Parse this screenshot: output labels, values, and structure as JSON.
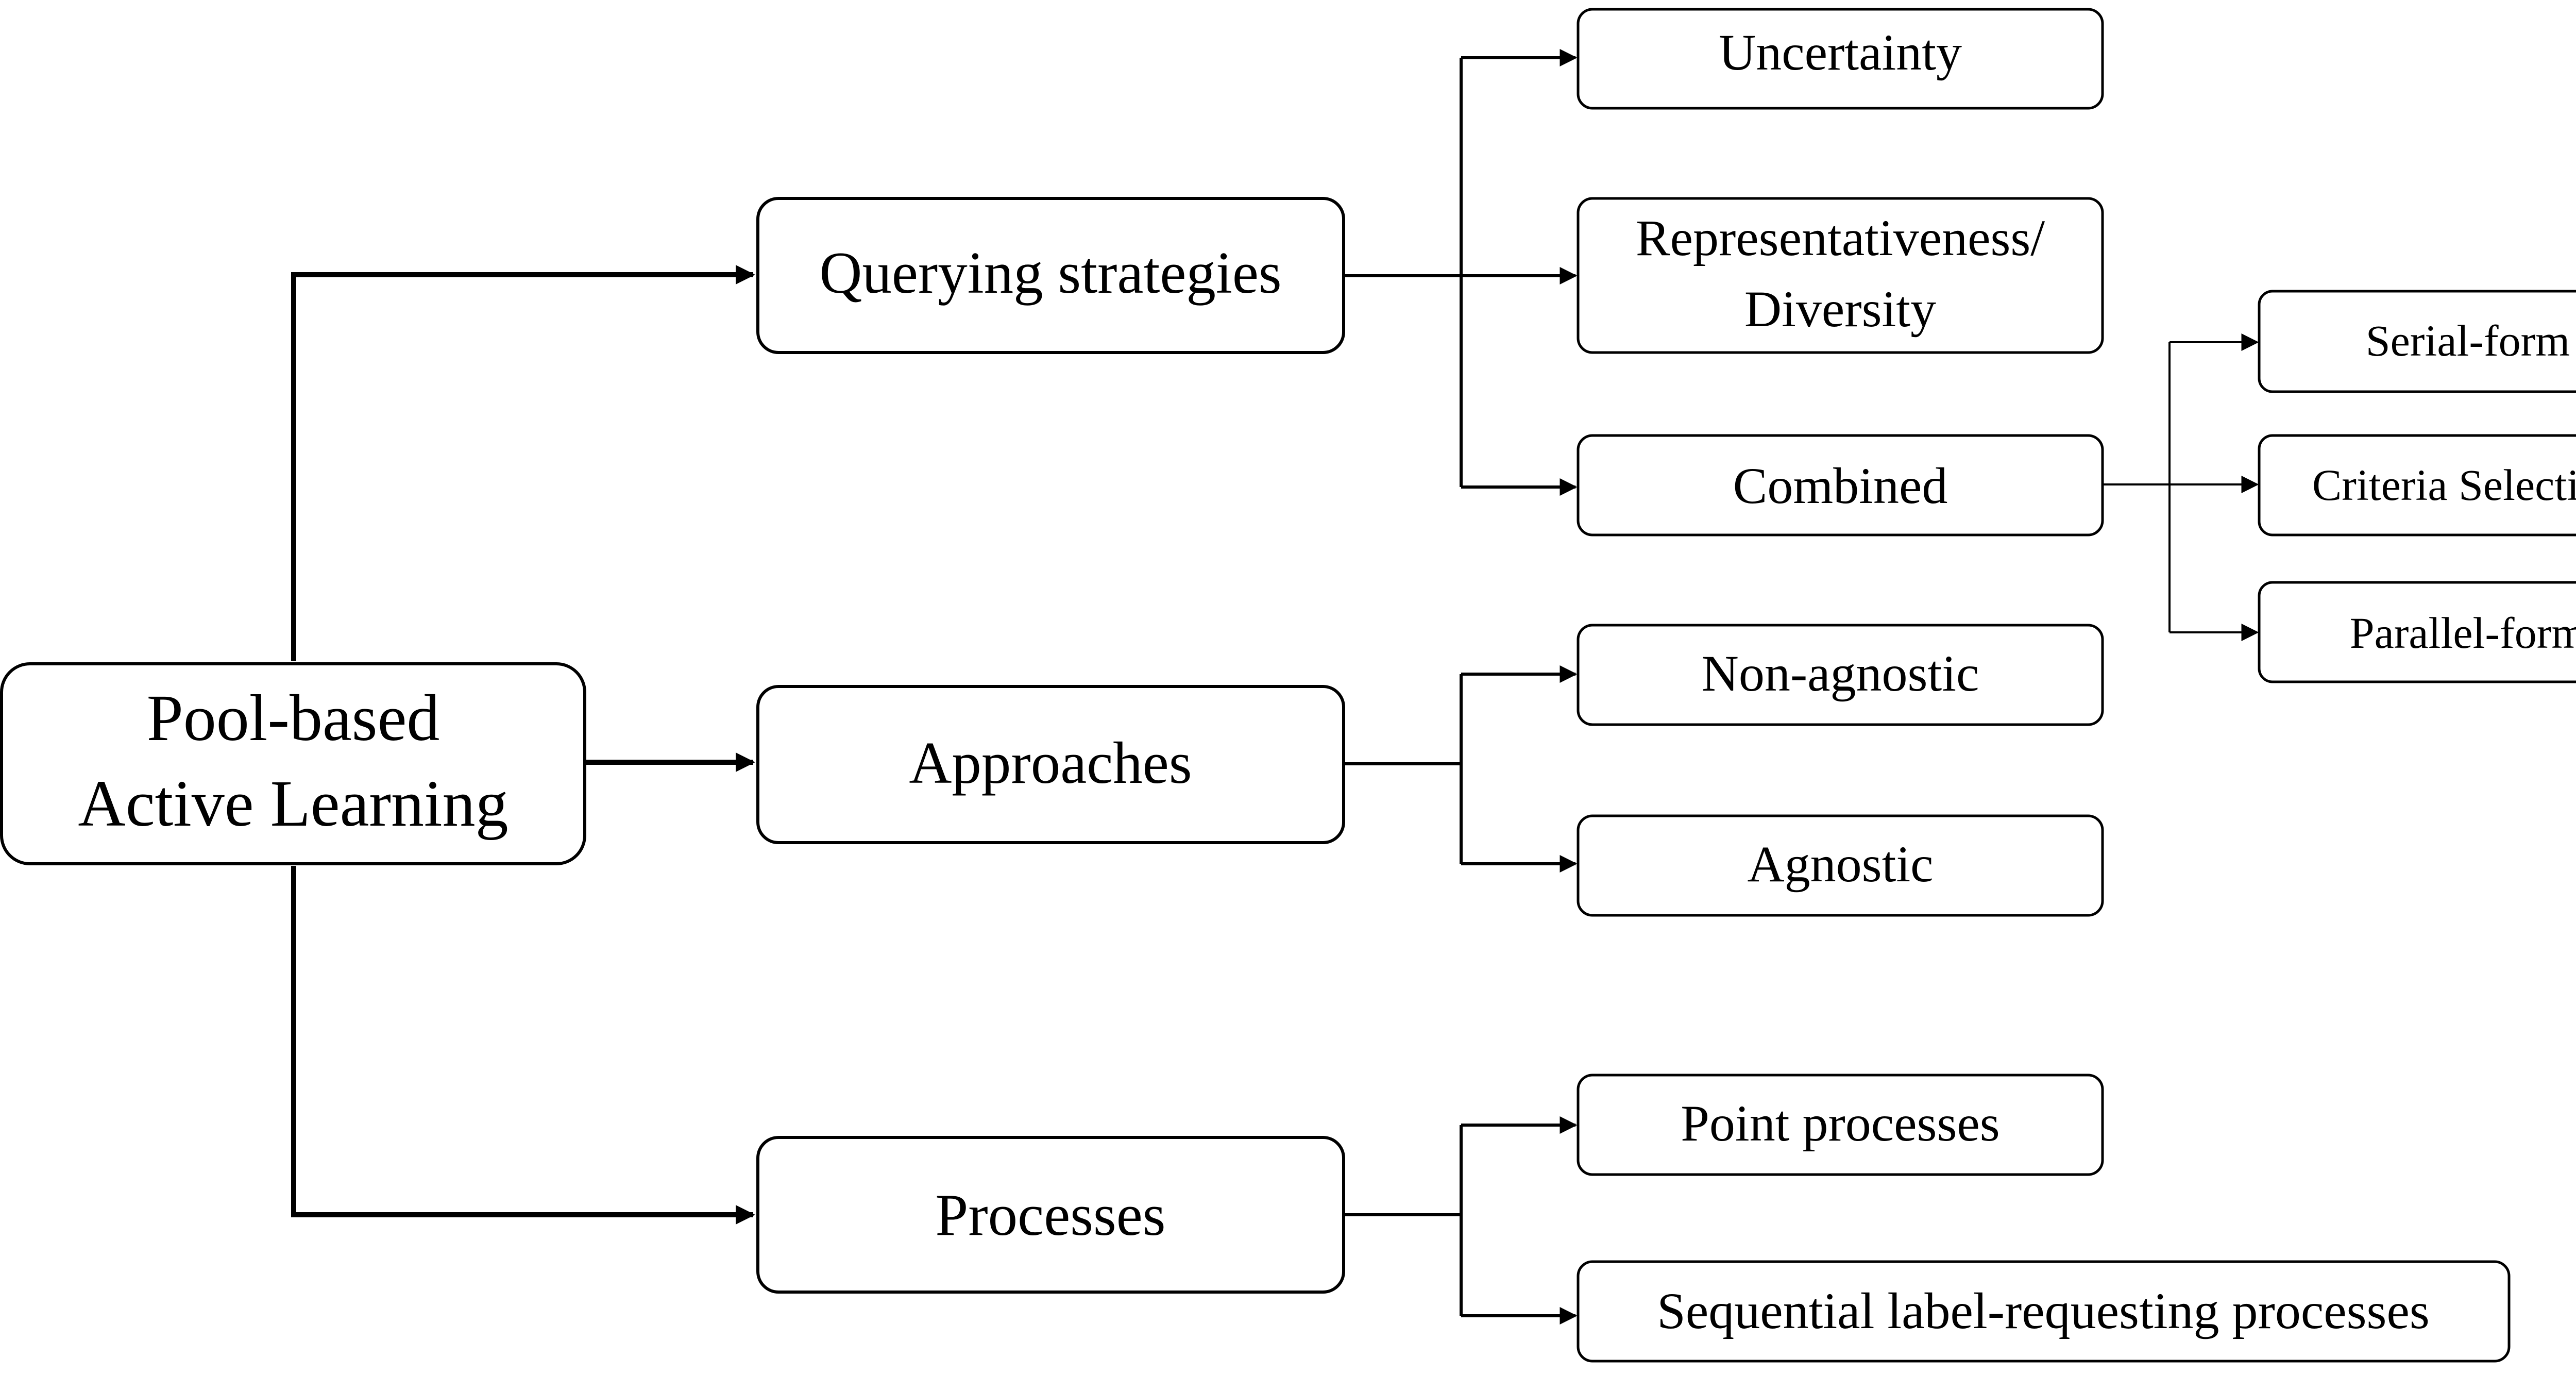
{
  "root": {
    "line1": "Pool-based",
    "line2": "Active Learning"
  },
  "branches": {
    "querying": {
      "label": "Querying strategies",
      "children": {
        "uncertainty": "Uncertainty",
        "representativeness": {
          "line1": "Representativeness/",
          "line2": "Diversity"
        },
        "combined": "Combined"
      },
      "combined_children": {
        "serial": "Serial-form",
        "criteria": "Criteria Selection",
        "parallel": "Parallel-form"
      }
    },
    "approaches": {
      "label": "Approaches",
      "children": {
        "non_agnostic": "Non-agnostic",
        "agnostic": "Agnostic"
      }
    },
    "processes": {
      "label": "Processes",
      "children": {
        "point": "Point processes",
        "sequential": "Sequential label-requesting processes"
      }
    }
  }
}
